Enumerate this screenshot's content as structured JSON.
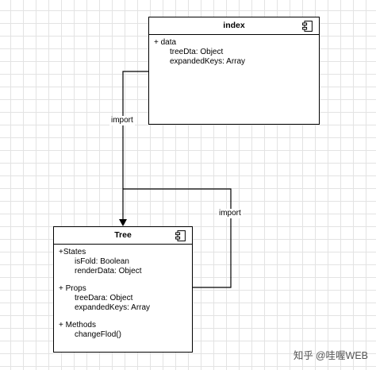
{
  "index_box": {
    "title": "index",
    "lines": [
      "+ data",
      "treeDta: Object",
      "expandedKeys: Array"
    ]
  },
  "tree_box": {
    "title": "Tree",
    "states": [
      "+States",
      "isFold: Boolean",
      "renderData: Object"
    ],
    "props": [
      "+ Props",
      "treeDara: Object",
      "expandedKeys: Array"
    ],
    "methods": [
      "+ Methods",
      "changeFlod()"
    ]
  },
  "edges": {
    "import_left": "import",
    "import_right": "import"
  },
  "watermark": {
    "platform": "知乎",
    "author": "@哇喔WEB"
  },
  "icons": {
    "component": "component-icon"
  }
}
